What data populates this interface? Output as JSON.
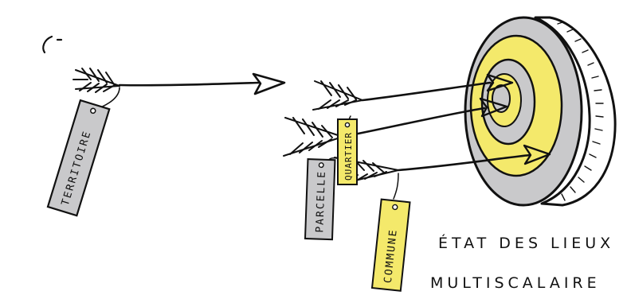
{
  "labels": {
    "territoire": "TERRITOIRE",
    "parcelle": "PARCELLE",
    "quartier": "QUARTIER",
    "commune": "COMMUNE"
  },
  "caption": {
    "line1": "ÉTAT DES LIEUX",
    "line2": "MULTISCALAIRE"
  },
  "colors": {
    "ink": "#111111",
    "yellow": "#f4e96b",
    "grey": "#c9c9cb",
    "white": "#ffffff"
  }
}
